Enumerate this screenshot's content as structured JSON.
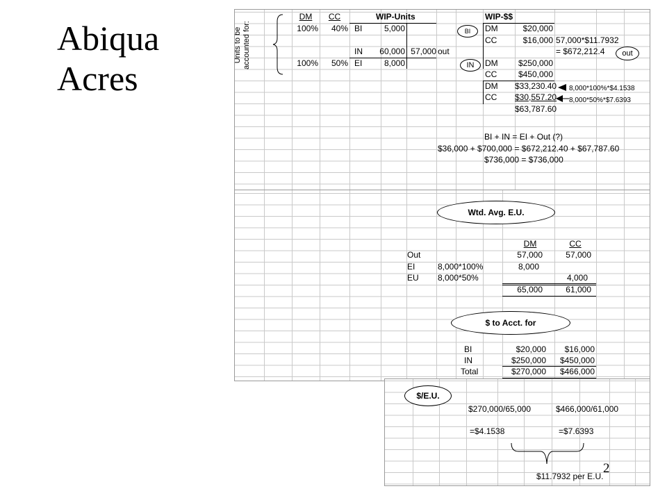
{
  "title": {
    "line1": "Abiqua",
    "line2": "Acres"
  },
  "page_number": "2",
  "sheet1": {
    "vertical_label": {
      "line1": "Units to be",
      "line2": "accounted for:"
    },
    "headers": {
      "dm": "DM",
      "cc": "CC",
      "wip_units": "WIP-Units",
      "wip_dollars": "WIP-$$"
    },
    "bi_row": {
      "dm_pct": "100%",
      "cc_pct": "40%",
      "label": "BI",
      "units": "5,000"
    },
    "in_row": {
      "label": "IN",
      "units_in": "60,000",
      "units_out": "57,000",
      "out": "out"
    },
    "ei_row": {
      "dm_pct": "100%",
      "cc_pct": "50%",
      "label": "EI",
      "units": "8,000"
    },
    "bi_oval": "BI",
    "in_oval": "IN",
    "out_oval": "out",
    "wip_dollars_rows": [
      {
        "label": "DM",
        "value": "$20,000"
      },
      {
        "label": "CC",
        "value": "$16,000"
      },
      {
        "label": "DM",
        "value": "$250,000"
      },
      {
        "label": "CC",
        "value": "$450,000"
      },
      {
        "label": "DM",
        "value": "$33,230.40"
      },
      {
        "label": "CC",
        "value": "$30,557.20"
      },
      {
        "label": "",
        "value": "$63,787.60"
      }
    ],
    "out_formula": "57,000*$11.7932",
    "out_result": "= $672,212.4",
    "dm_note": "8,000*100%*$4.1538",
    "cc_note": "8,000*50%*$7.6393",
    "equation1": "BI + IN = EI + Out (?)",
    "equation2": "$36,000 + $700,000 = $672,212.40 + $67,787.60",
    "equation3": "$736,000 = $736,000"
  },
  "sheet2": {
    "eu_oval": "Wtd. Avg. E.U.",
    "eu_headers": {
      "dm": "DM",
      "cc": "CC"
    },
    "eu_rows": [
      {
        "label": "Out",
        "formula": "",
        "dm": "57,000",
        "cc": "57,000"
      },
      {
        "label": "EI",
        "formula": "8,000*100%",
        "dm": "8,000",
        "cc": ""
      },
      {
        "label": "EU",
        "formula": "8,000*50%",
        "dm": "",
        "cc": "4,000"
      }
    ],
    "eu_totals": {
      "dm": "65,000",
      "cc": "61,000"
    },
    "acct_oval": "$ to Acct. for",
    "acct_rows": [
      {
        "label": "BI",
        "dm": "$20,000",
        "cc": "$16,000"
      },
      {
        "label": "IN",
        "dm": "$250,000",
        "cc": "$450,000"
      },
      {
        "label": "Total",
        "dm": "$270,000",
        "cc": "$466,000"
      }
    ]
  },
  "sheet3": {
    "oval": "$/E.U.",
    "dm_calc": "$270,000/65,000",
    "cc_calc": "$466,000/61,000",
    "dm_result": "=$4.1538",
    "cc_result": "=$7.6393",
    "total": "$11.7932 per E.U."
  }
}
